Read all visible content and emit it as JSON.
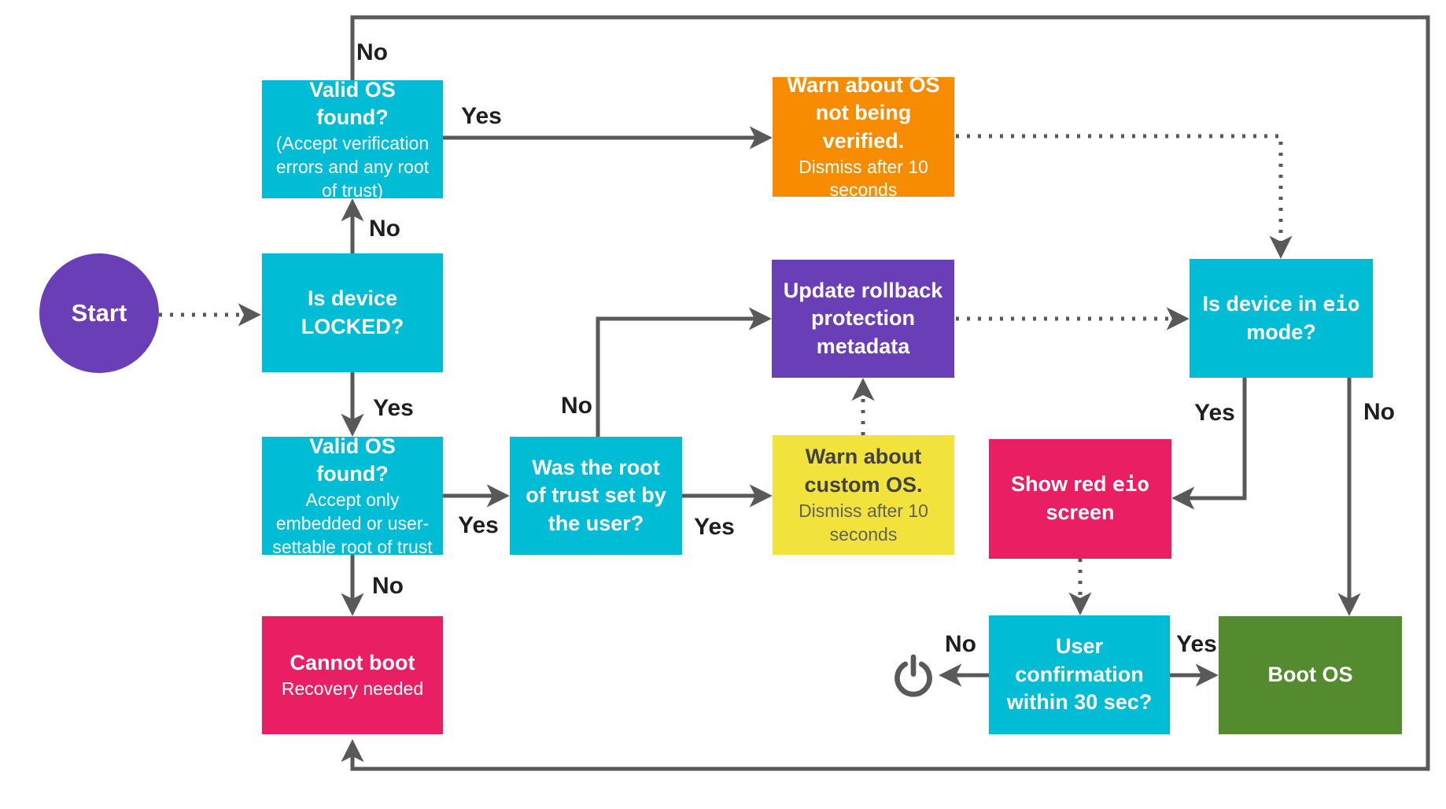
{
  "diagram": {
    "colors": {
      "bg": "#ffffff",
      "cyan": "#00BCD4",
      "purple": "#6A3EB7",
      "pink": "#E91E63",
      "orange": "#F78C00",
      "yellow": "#F2E23C",
      "green": "#558B2F",
      "line": "#595959",
      "label_text": "#1F1F1F",
      "yellow_text": "#424242",
      "yellow_subtext": "#616161"
    },
    "start": {
      "label": "Start"
    },
    "nodes": {
      "valid_os_top": {
        "title": "Valid OS found?",
        "subtitle": "(Accept verification errors and any root of trust)"
      },
      "warn_not_verified": {
        "title": "Warn about OS not being verified.",
        "subtitle": "Dismiss after 10 seconds"
      },
      "is_locked": {
        "title": "Is device LOCKED?"
      },
      "update_rollback": {
        "title": "Update rollback protection metadata"
      },
      "is_eio_mode": {
        "title_pre": "Is device in ",
        "title_code": "eio",
        "title_post": " mode?"
      },
      "valid_os_strict": {
        "title": "Valid OS found?",
        "subtitle": "Accept only embedded or user-settable root of trust"
      },
      "root_of_trust": {
        "title": "Was the root of trust set by the user?"
      },
      "warn_custom_os": {
        "title": "Warn about custom OS.",
        "subtitle": "Dismiss after 10 seconds"
      },
      "show_red_eio": {
        "title_pre": "Show red ",
        "title_code": "eio",
        "title_post": " screen"
      },
      "cannot_boot": {
        "title": "Cannot boot",
        "subtitle": "Recovery needed"
      },
      "user_confirmation": {
        "title": "User confirmation within 30 sec?"
      },
      "boot_os": {
        "title": "Boot OS"
      }
    },
    "edge_labels": {
      "valid_top_no": "No",
      "valid_top_yes": "Yes",
      "locked_no": "No",
      "locked_yes": "Yes",
      "strict_no": "No",
      "strict_yes": "Yes",
      "root_no": "No",
      "root_yes": "Yes",
      "eio_yes": "Yes",
      "eio_no": "No",
      "confirm_no": "No",
      "confirm_yes": "Yes"
    },
    "icons": {
      "power": "power-icon"
    }
  }
}
